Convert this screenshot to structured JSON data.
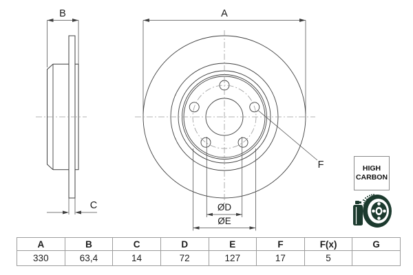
{
  "drawing": {
    "dim_a": "A",
    "dim_b": "B",
    "dim_c": "C",
    "dim_f": "F",
    "dim_d": "ØD",
    "dim_e": "ØE"
  },
  "badge": {
    "line1": "HIGH",
    "line2": "CARBON"
  },
  "icons": {
    "coating_icon": "spray-coated-brake-disc",
    "coating_icon_color": "#1c3a2e"
  },
  "colors": {
    "line": "#3f3f3f",
    "thin_line": "#5a5a5a",
    "centerline": "#9a9a9a",
    "table_border": "#9c9c9c",
    "text": "#1a1a1a"
  },
  "table": {
    "headers": [
      "A",
      "B",
      "C",
      "D",
      "E",
      "F",
      "F(x)",
      "G"
    ],
    "values": [
      "330",
      "63,4",
      "14",
      "72",
      "127",
      "17",
      "5",
      ""
    ]
  }
}
